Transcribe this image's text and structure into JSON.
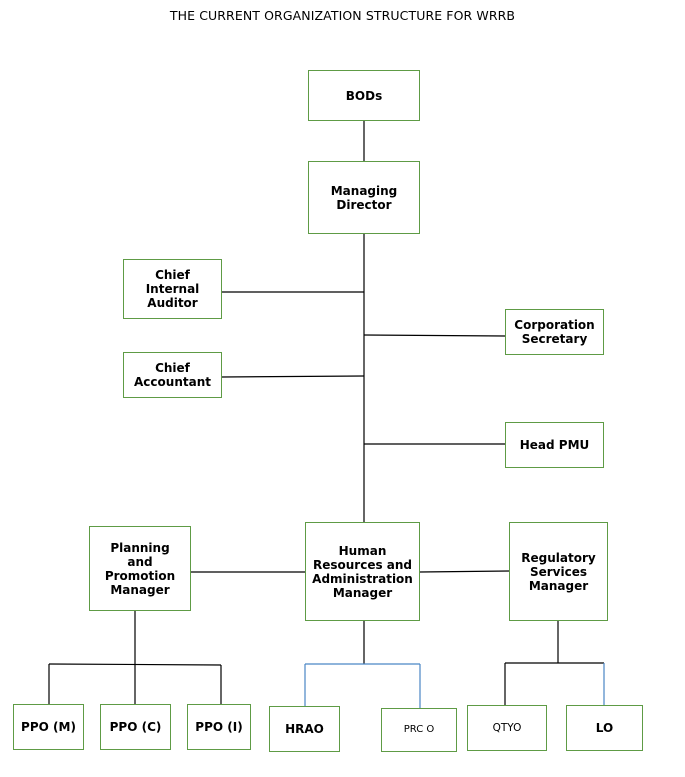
{
  "title": "THE CURRENT ORGANIZATION STRUCTURE FOR WRRB",
  "nodes": {
    "bods": "BODs",
    "managing_director": "Managing\nDirector",
    "chief_internal_auditor": "Chief\nInternal\nAuditor",
    "corporation_secretary": "Corporation\nSecretary",
    "chief_accountant": "Chief\nAccountant",
    "head_pmu": "Head PMU",
    "planning_promotion_manager": "Planning and\nPromotion\nManager",
    "hr_admin_manager": "Human\nResources and\nAdministration\nManager",
    "regulatory_services_manager": "Regulatory\nServices\nManager",
    "ppo_m": "PPO (M)",
    "ppo_c": "PPO (C)",
    "ppo_i": "PPO (I)",
    "hrao": "HRAO",
    "prco": "PRC O",
    "qtyo": "QTYO",
    "lo": "LO"
  },
  "colors": {
    "box_border": "#5e9b45",
    "connector": "#000000",
    "connector_blue": "#4a86c5"
  }
}
